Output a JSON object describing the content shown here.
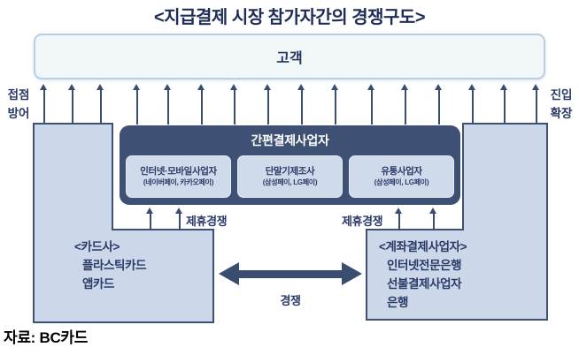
{
  "title": "<지급결제 시장 참가자간의 경쟁구도>",
  "customer": {
    "label": "고객"
  },
  "edge_labels": {
    "left_line1": "접점",
    "left_line2": "방어",
    "right_line1": "진입",
    "right_line2": "확장"
  },
  "simple_payment": {
    "title": "간편결제사업자",
    "members": [
      {
        "name": "인터넷·모바일사업자",
        "examples": "(네이버페이, 카카오페이)"
      },
      {
        "name": "단말기제조사",
        "examples": "(삼성페이, LG페이)"
      },
      {
        "name": "유통사업자",
        "examples": "(삼성페이, LG페이)"
      }
    ]
  },
  "card_company": {
    "title": "<카드사>",
    "items": [
      "플라스틱카드",
      "앱카드"
    ]
  },
  "account_payment": {
    "title": "<계좌결제사업자>",
    "items": [
      "인터넷전문은행",
      "선불결제사업자",
      "은행"
    ]
  },
  "relation_labels": {
    "alliance_left": "제휴경쟁",
    "alliance_right": "제휴경쟁",
    "competition": "경쟁"
  },
  "source": "자료: BC카드",
  "colors": {
    "navy": "#3e5174",
    "arrow_navy": "#3a4d70",
    "text_navy": "#2a3a66",
    "title_navy": "#1e2c58",
    "light_fill": "#ccd8e9",
    "member_fill": "#cfdaeb",
    "customer_fill": "#f1f6f7",
    "customer_border": "#b7cfe2",
    "source_black": "#000000"
  }
}
